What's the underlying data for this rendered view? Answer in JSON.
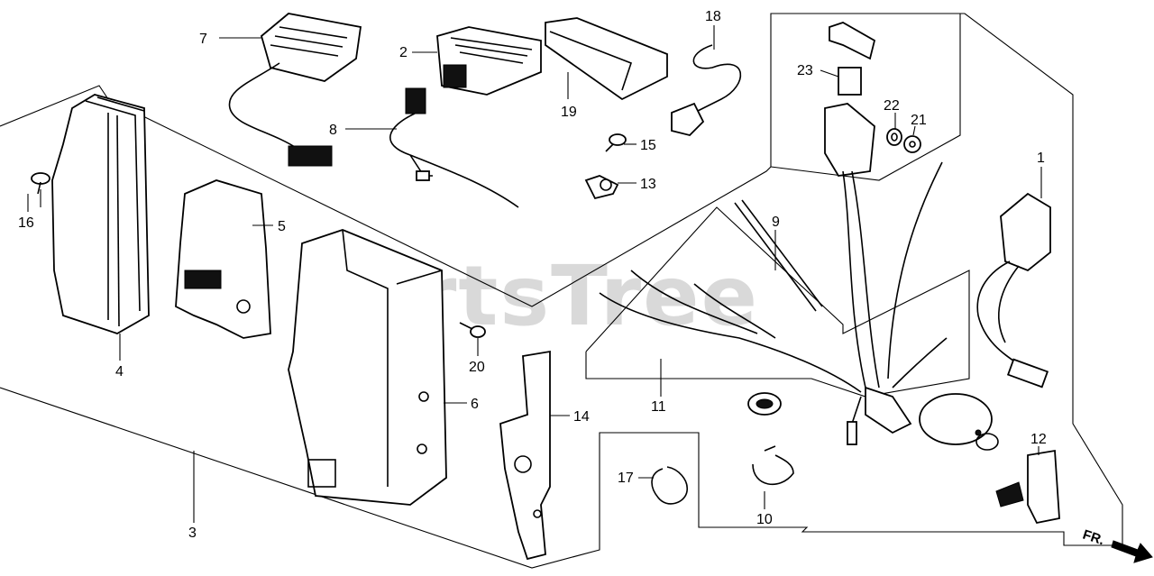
{
  "watermark": "PartsTree",
  "direction": {
    "label": "FR.",
    "icon": "front-arrow-icon"
  },
  "callouts": {
    "p1": "1",
    "p2": "2",
    "p3": "3",
    "p4": "4",
    "p5": "5",
    "p6": "6",
    "p7": "7",
    "p8": "8",
    "p9": "9",
    "p10": "10",
    "p11": "11",
    "p12": "12",
    "p13": "13",
    "p14": "14",
    "p15": "15",
    "p16": "16",
    "p17": "17",
    "p18": "18",
    "p19": "19",
    "p20": "20",
    "p21": "21",
    "p22": "22",
    "p23": "23"
  }
}
